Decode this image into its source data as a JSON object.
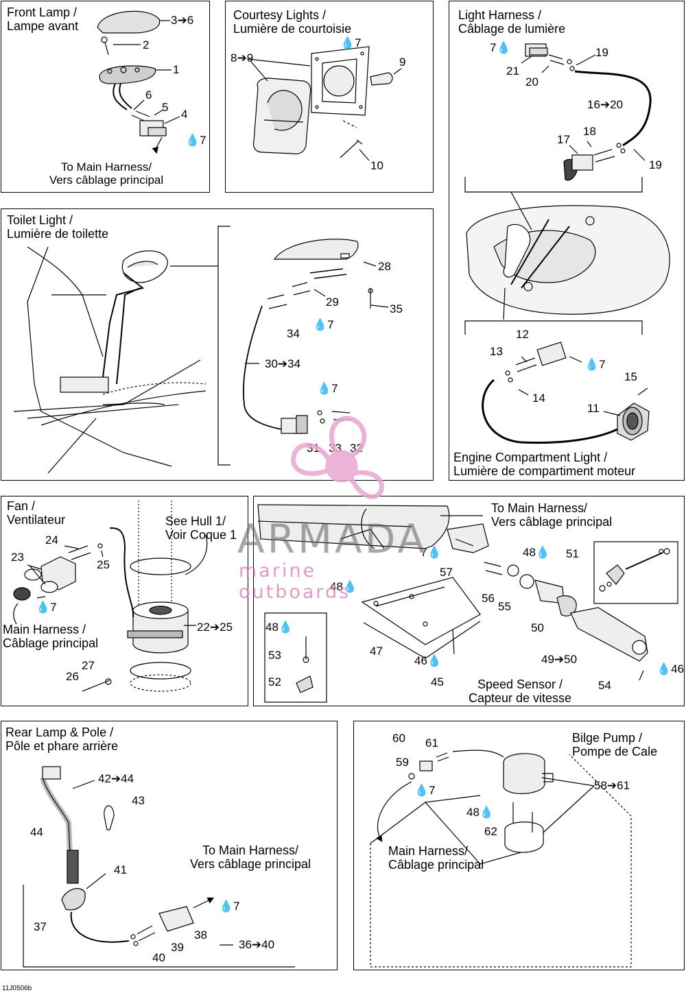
{
  "colors": {
    "ink": "#000000",
    "shade": "#d9d9d9",
    "watermark_pink": "#e8a6cf",
    "watermark_gray": "#6e6e6e"
  },
  "panels": {
    "front_lamp": {
      "title": [
        "Front Lamp /",
        "Lampe avant"
      ],
      "callouts": [
        "3➔6",
        "2",
        "1",
        "6",
        "5",
        "4",
        "7"
      ],
      "note": [
        "To Main Harness/",
        "Vers câblage principal"
      ]
    },
    "courtesy": {
      "title": [
        "Courtesy Lights /",
        "Lumière de courtoisie"
      ],
      "callouts": [
        "8➔9",
        "7",
        "9",
        "10"
      ]
    },
    "light_harness": {
      "title": [
        "Light Harness /",
        "Câblage de lumière"
      ],
      "callouts": [
        "7",
        "19",
        "21",
        "20",
        "16➔20",
        "18",
        "17",
        "19",
        "12",
        "13",
        "7",
        "15",
        "14",
        "11"
      ],
      "footer": [
        "Engine Compartment Light /",
        "Lumière de compartiment moteur"
      ]
    },
    "toilet": {
      "title": [
        "Toilet Light /",
        "Lumière de toilette"
      ],
      "callouts": [
        "28",
        "29",
        "35",
        "34",
        "7",
        "30➔34",
        "7",
        "31",
        "33",
        "32"
      ]
    },
    "fan": {
      "title": [
        "Fan /",
        "Ventilateur"
      ],
      "see_hull": [
        "See Hull 1/",
        "Voir Coque 1"
      ],
      "callouts": [
        "24",
        "23",
        "25",
        "7",
        "22➔25",
        "27",
        "26"
      ],
      "main_harness": [
        "Main Harness /",
        "Câblage principal"
      ]
    },
    "speed": {
      "to_main": [
        "To Main Harness/",
        "Vers câblage principal"
      ],
      "callouts": [
        "7",
        "57",
        "48",
        "51",
        "48",
        "56",
        "55",
        "50",
        "48",
        "53",
        "47",
        "46",
        "49➔50",
        "46",
        "52",
        "45",
        "54"
      ],
      "footer": [
        "Speed Sensor /",
        "Capteur de vitesse"
      ]
    },
    "rear_lamp": {
      "title": [
        "Rear Lamp & Pole /",
        "Pôle et phare arrière"
      ],
      "callouts": [
        "42➔44",
        "43",
        "44",
        "41",
        "7",
        "37",
        "38",
        "39",
        "40",
        "36➔40"
      ],
      "note": [
        "To Main Harness/",
        "Vers câblage principal"
      ]
    },
    "bilge": {
      "title": [
        "Bilge Pump /",
        "Pompe de Cale"
      ],
      "callouts": [
        "60",
        "61",
        "59",
        "7",
        "58➔61",
        "48",
        "62"
      ],
      "note": [
        "Main Harness/",
        "Câblage principal"
      ]
    }
  },
  "watermark": {
    "brand": "ARMADA",
    "sub": "marine outboards"
  },
  "figure_code": "11J0506b"
}
